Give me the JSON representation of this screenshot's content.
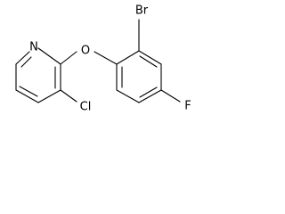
{
  "molecule": {
    "atoms": {
      "n1": "N",
      "o1": "O",
      "br1": "Br",
      "cl1": "Cl",
      "f1": "F"
    }
  }
}
